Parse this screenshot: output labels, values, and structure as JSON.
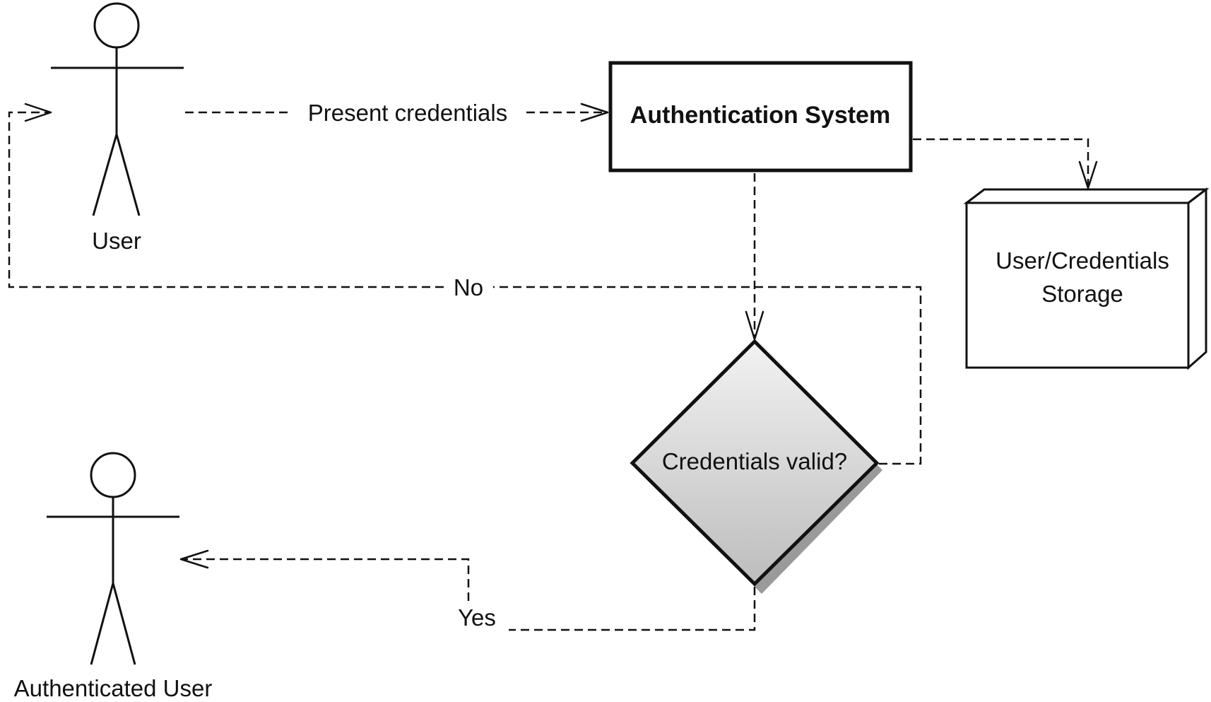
{
  "diagram": {
    "actors": {
      "user": {
        "label": "User"
      },
      "authenticated_user": {
        "label": "Authenticated User"
      }
    },
    "nodes": {
      "auth_system": {
        "label": "Authentication System"
      },
      "storage": {
        "line1": "User/Credentials",
        "line2": "Storage"
      },
      "decision": {
        "label": "Credentials valid?"
      }
    },
    "edges": {
      "present_credentials": {
        "label": "Present credentials"
      },
      "no": {
        "label": "No"
      },
      "yes": {
        "label": "Yes"
      }
    },
    "colors": {
      "stroke": "#111111",
      "decision_fill_top": "#f2f2f2",
      "decision_fill_bottom": "#bdbdbd",
      "decision_shadow": "#9a9a9a"
    }
  }
}
